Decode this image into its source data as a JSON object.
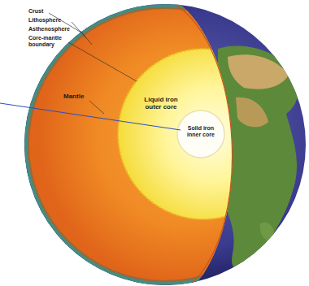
{
  "diagram": {
    "labels": [
      "Crust",
      "Lithosphere",
      "Asthenosphere",
      "Core-mantle boundary",
      "Mantle",
      "Liquid iron outer core",
      "Solid iron inner core"
    ]
  }
}
